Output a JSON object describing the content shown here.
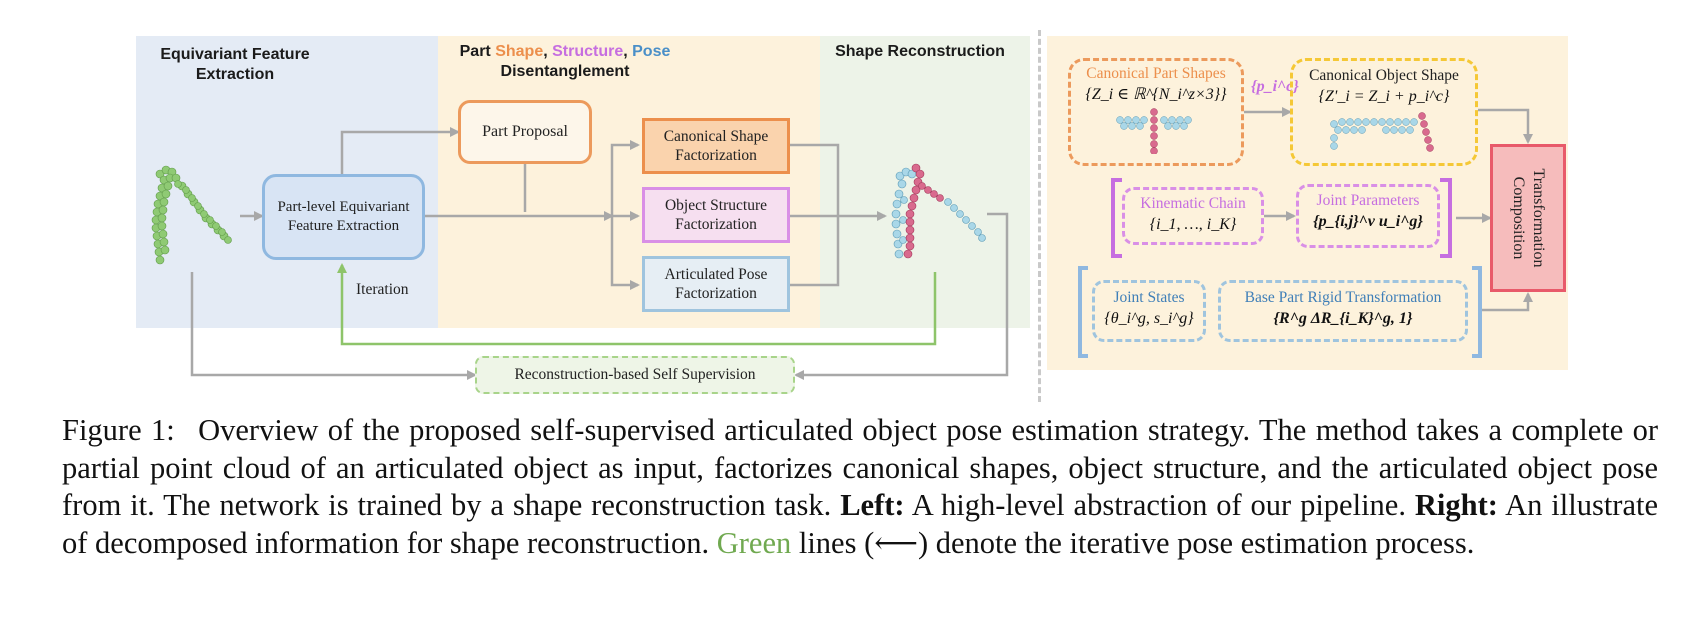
{
  "figure": {
    "left": {
      "stages": {
        "equivariant": "Equivariant Feature Extraction",
        "disentangle_prefix": "Part ",
        "disentangle_shape": "Shape",
        "disentangle_comma1": ", ",
        "disentangle_structure": "Structure",
        "disentangle_comma2": ", ",
        "disentangle_pose": "Pose",
        "disentangle_suffix": "Disentanglement",
        "reconstruction": "Shape Reconstruction"
      },
      "boxes": {
        "part_level": "Part-level Equivariant Feature Extraction",
        "part_proposal": "Part Proposal",
        "canonical_shape": "Canonical Shape Factorization",
        "object_structure": "Object Structure Factorization",
        "articulated_pose": "Articulated Pose Factorization",
        "self_supervision": "Reconstruction-based Self Supervision"
      },
      "iteration_label": "Iteration"
    },
    "right": {
      "canonical_part_shapes": {
        "title": "Canonical Part Shapes",
        "math": "{Z_i ∈ ℝ^{N_i^z×3}}"
      },
      "arrow_label": "{p_i^c}",
      "canonical_object_shape": {
        "title": "Canonical Object Shape",
        "math": "{Z'_i = Z_i + p_i^c}"
      },
      "kinematic_chain": {
        "title": "Kinematic Chain",
        "math": "{i_1, …, i_K}"
      },
      "joint_parameters": {
        "title": "Joint Parameters",
        "math": "{p_{i,j}^v u_i^g}"
      },
      "joint_states": {
        "title": "Joint States",
        "math": "{θ_i^g, s_i^g}"
      },
      "base_part": {
        "title": "Base Part Rigid Transformation",
        "math": "{R^g ΔR_{i_K}^g, 1}"
      },
      "transformation": "Transformation Composition"
    },
    "colors": {
      "blue_bg": "#e4ebf5",
      "yellow_bg": "#fdf2dc",
      "green_bg": "#edf3e8",
      "orange": "#ec8f4c",
      "purple": "#c66ee0",
      "blue": "#4a8fc8",
      "yellow": "#f5c836",
      "red": "#e85a6a",
      "green_line": "#8ec46a"
    }
  },
  "caption": {
    "figure_label": "Figure 1:",
    "sentence1": "Overview of the proposed self-supervised articulated object pose estimation strategy. The method takes a complete or partial point cloud of an articulated object as input, factorizes canonical shapes, object structure, and the articulated object pose from it. The network is trained by a shape reconstruction task.",
    "left_bold": "Left:",
    "left_text": "A high-level abstraction of our pipeline.",
    "right_bold": "Right:",
    "right_text": "An illustrate of decomposed information for shape reconstruction.",
    "green_word": "Green",
    "green_rest": "lines (⟵) denote the iterative pose estimation process."
  }
}
